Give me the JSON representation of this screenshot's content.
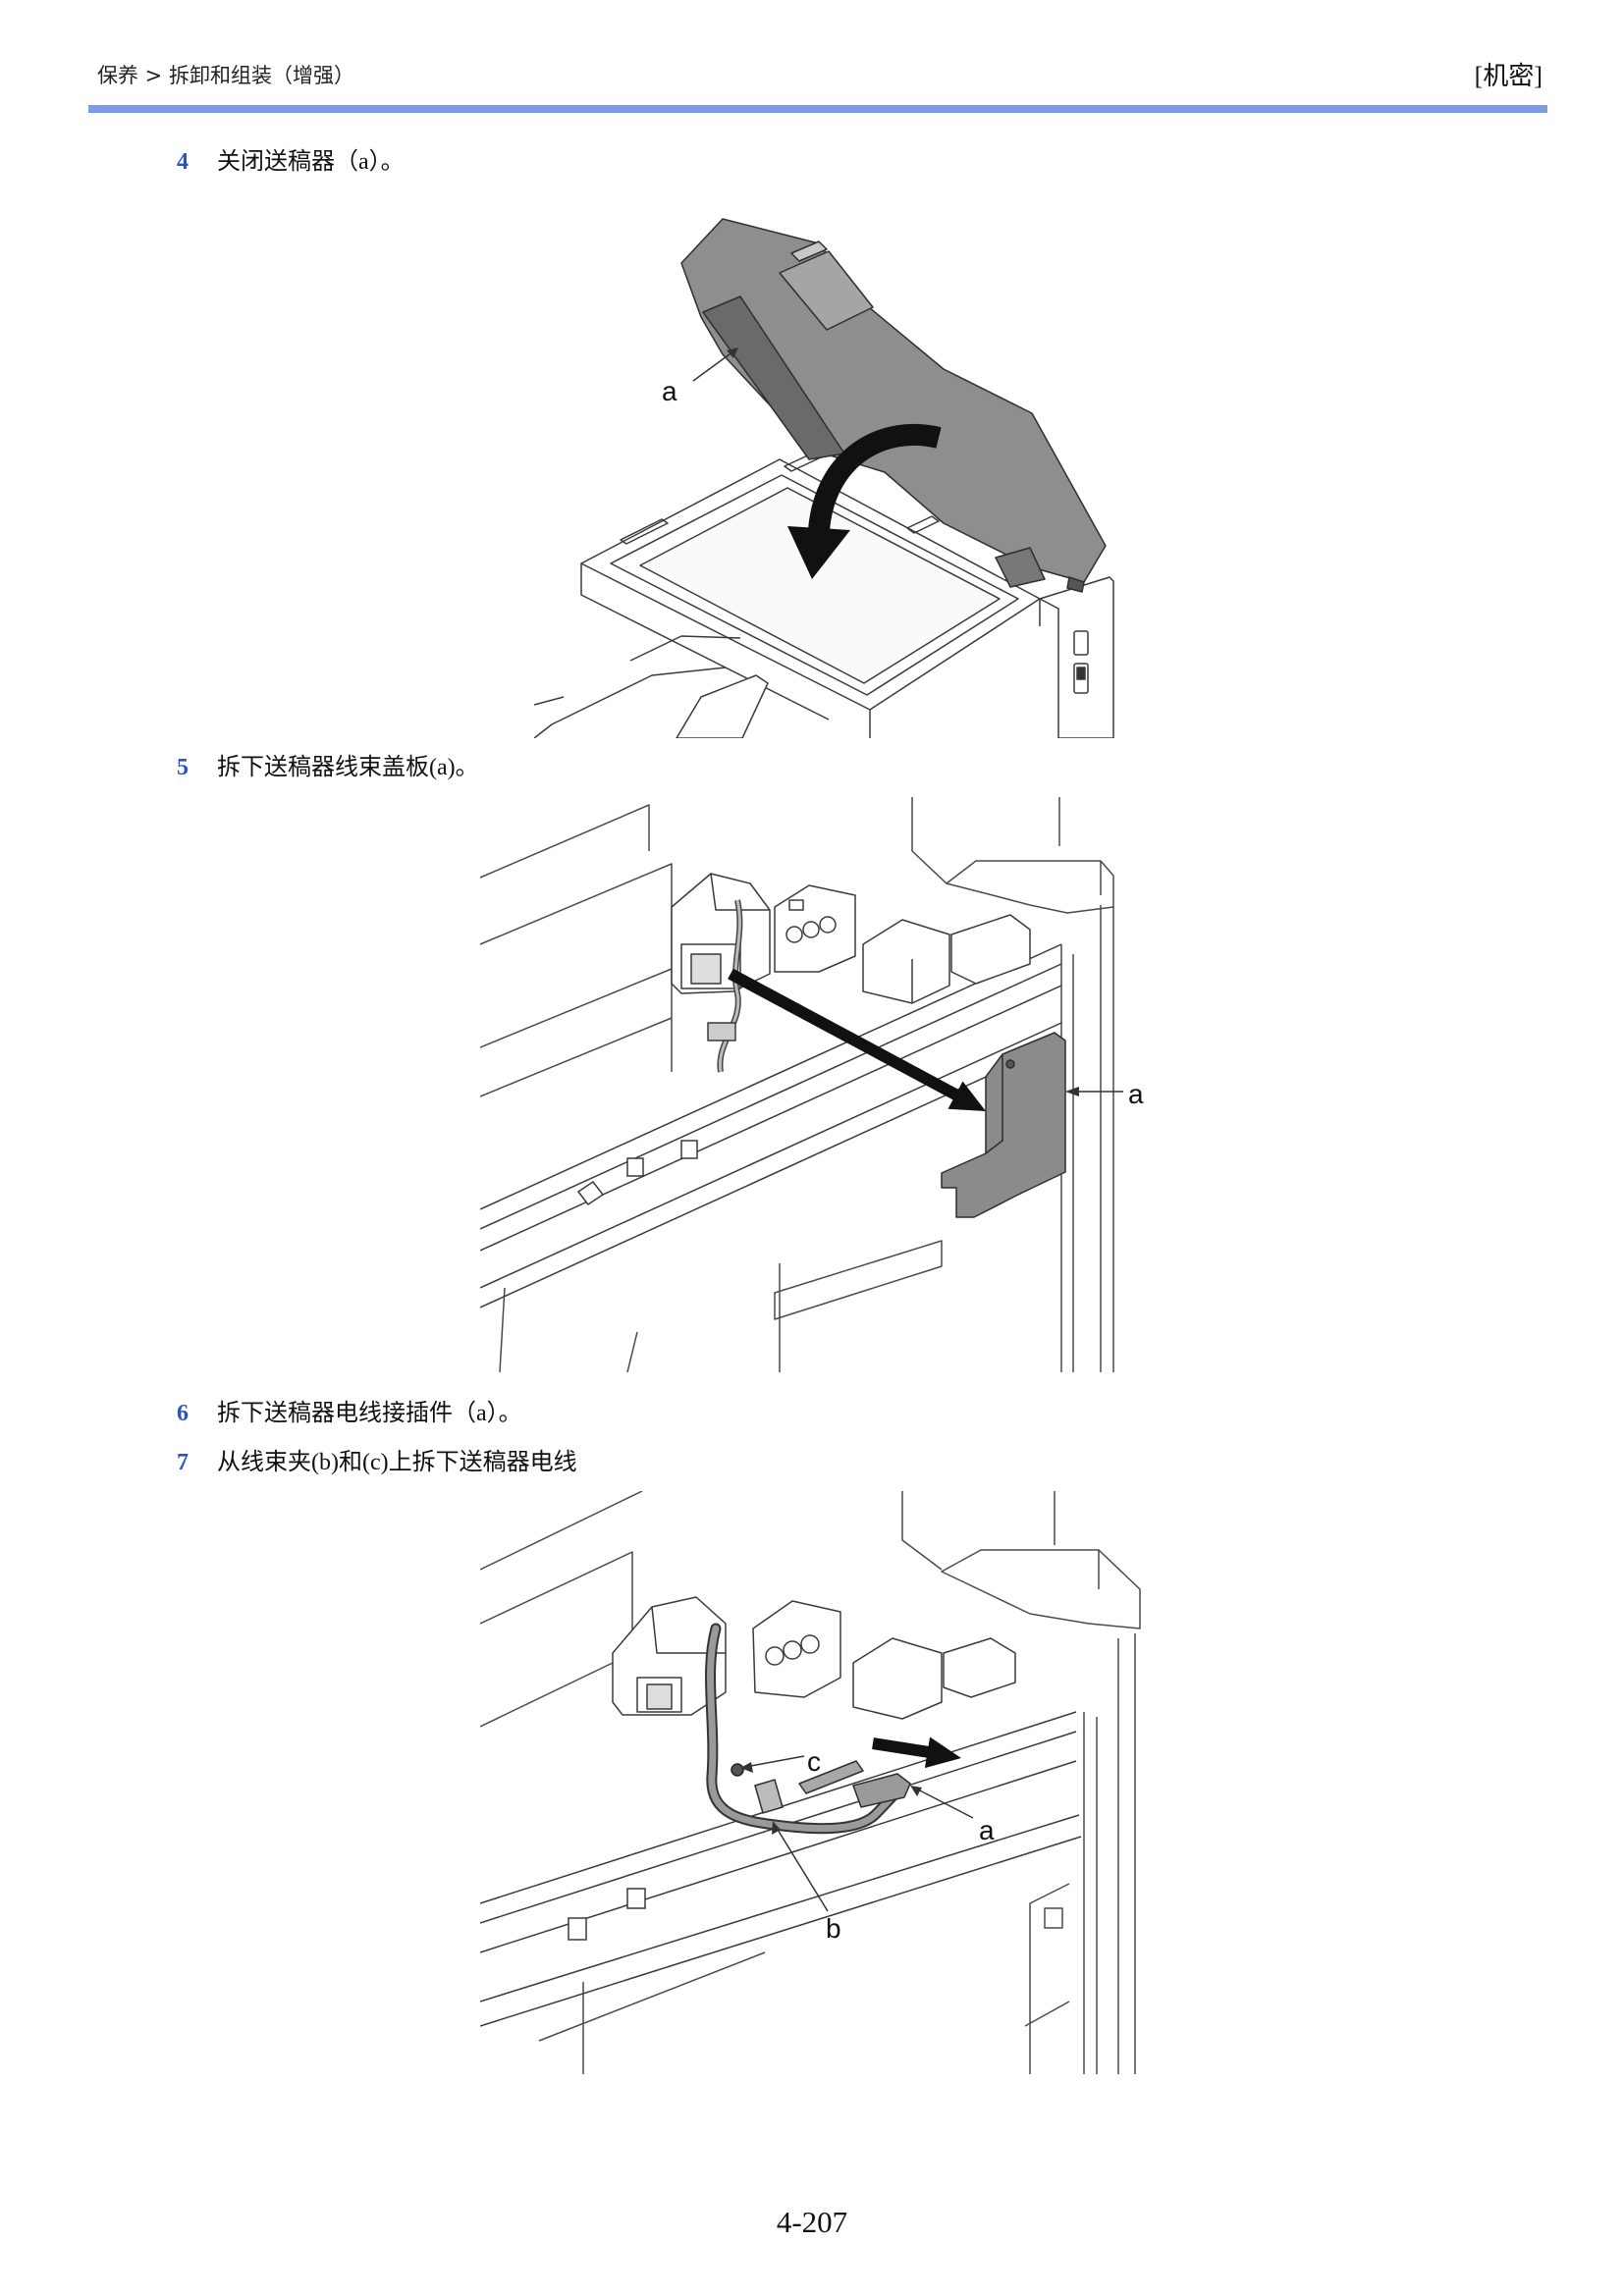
{
  "header": {
    "breadcrumb": "保养 > 拆卸和组装（增强）",
    "classification": "[机密]"
  },
  "steps": [
    {
      "number": "4",
      "text": "关闭送稿器（a）。"
    },
    {
      "number": "5",
      "text": "拆下送稿器线束盖板(a)。"
    },
    {
      "number": "6",
      "text": "拆下送稿器电线接插件（a）。"
    },
    {
      "number": "7",
      "text": "从线束夹(b)和(c)上拆下送稿器电线"
    }
  ],
  "figures": [
    {
      "labels": [
        "a"
      ]
    },
    {
      "labels": [
        "a"
      ]
    },
    {
      "labels": [
        "c",
        "a",
        "b"
      ]
    }
  ],
  "page_number": "4-207",
  "colors": {
    "accent": "#7d9be3",
    "step_number": "#2b53c4"
  }
}
